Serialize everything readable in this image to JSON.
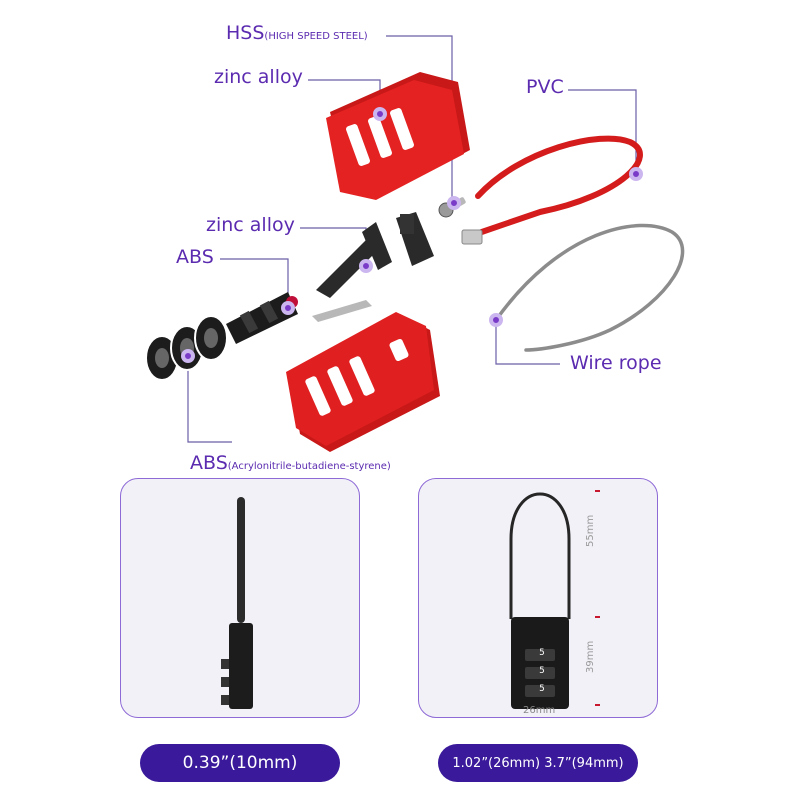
{
  "labels": {
    "hss_main": "HSS",
    "hss_sub": "(HIGH SPEED STEEL)",
    "zinc_top": "zinc alloy",
    "pvc": "PVC",
    "zinc_mid": "zinc alloy",
    "abs_top": "ABS",
    "wire_rope": "Wire rope",
    "abs_bottom_main": "ABS",
    "abs_bottom_sub": "(Acrylonitrile-butadiene-styrene)"
  },
  "dimensions": {
    "right_height_top": "55mm",
    "right_height_bottom": "39mm",
    "right_width": "26mm"
  },
  "dial_digits": [
    "5",
    "5",
    "5"
  ],
  "captions": {
    "left": "0.39”(10mm)",
    "right": "1.02”(26mm) 3.7”(94mm)"
  },
  "colors": {
    "accent": "#5b2bb0",
    "pill": "#3a1a9a",
    "lock_red": "#e02020",
    "panel_bg": "#f2f1f8"
  }
}
